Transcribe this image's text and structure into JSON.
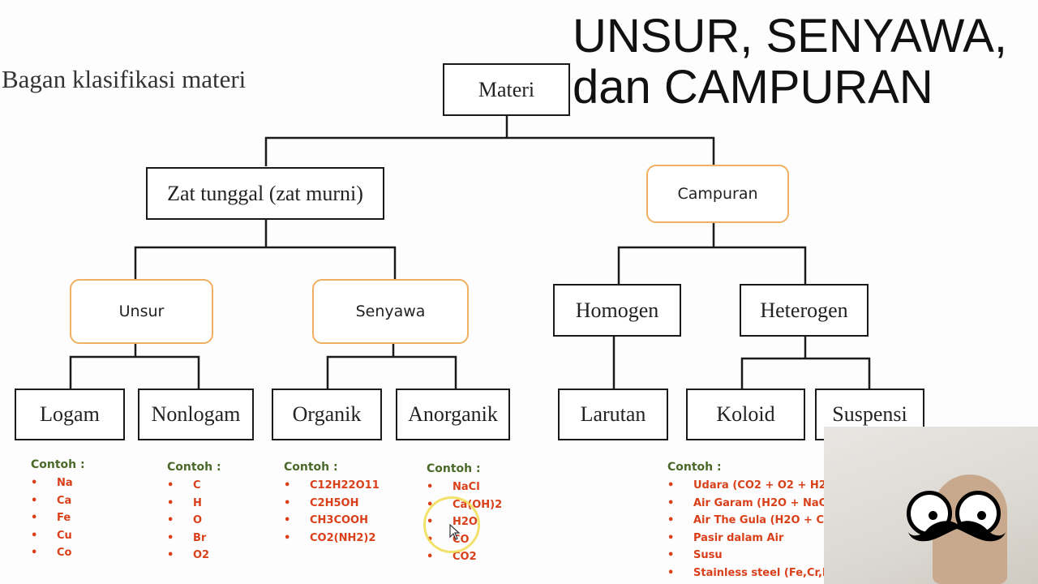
{
  "header": {
    "title_line1": "UNSUR, SENYAWA,",
    "title_line2": "dan CAMPURAN",
    "subtitle": "Bagan klasifikasi materi"
  },
  "colors": {
    "node_border_dark": "#1a1a1a",
    "node_border_orange": "#f0b060",
    "example_header": "#4b6a2a",
    "example_item": "#d9401a",
    "cursor_highlight": "#f0dc50"
  },
  "nodes": {
    "materi": "Materi",
    "zat_tunggal": "Zat tunggal (zat murni)",
    "campuran": "Campuran",
    "unsur": "Unsur",
    "senyawa": "Senyawa",
    "homogen": "Homogen",
    "heterogen": "Heterogen",
    "logam": "Logam",
    "nonlogam": "Nonlogam",
    "organik": "Organik",
    "anorganik": "Anorganik",
    "larutan": "Larutan",
    "koloid": "Koloid",
    "suspensi": "Suspensi"
  },
  "examples": {
    "header": "Contoh :",
    "logam": [
      "Na",
      "Ca",
      "Fe",
      "Cu",
      "Co"
    ],
    "nonlogam": [
      "C",
      "H",
      "O",
      "Br",
      "O2"
    ],
    "organik": [
      "C12H22O11",
      "C2H5OH",
      "CH3COOH",
      "CO2(NH2)2"
    ],
    "anorganik": [
      "NaCl",
      "Ca(OH)2",
      "H2O",
      "CO",
      "CO2"
    ],
    "campuran": [
      "Udara (CO2 + O2 + H2",
      "Air Garam (H2O + NaC",
      "Air The Gula (H2O + C",
      "Pasir dalam Air",
      "Susu",
      "Stainless steel (Fe,Cr,N"
    ]
  },
  "icons": {
    "cursor": "arrow-cursor-icon",
    "webcam_overlay": "googly-eyes-mustache-icon"
  }
}
